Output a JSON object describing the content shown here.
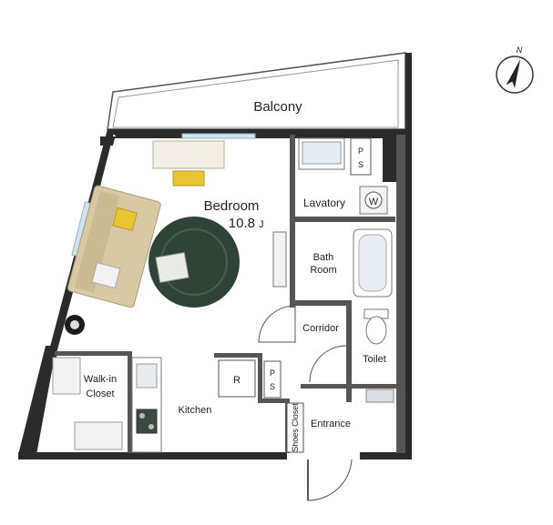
{
  "rooms": {
    "balcony": "Balcony",
    "bedroom": "Bedroom",
    "bedroom_size": "10.8",
    "bedroom_unit": "J",
    "lavatory": "Lavatory",
    "washer_mark": "W",
    "ps_top_line1": "P",
    "ps_top_line2": "S",
    "bath_line1": "Bath",
    "bath_line2": "Room",
    "corridor": "Corridor",
    "toilet": "Toilet",
    "walkin_line1": "Walk-in",
    "walkin_line2": "Closet",
    "kitchen": "Kitchen",
    "fridge_mark": "R",
    "ps_mid_line1": "P",
    "ps_mid_line2": "S",
    "shoes_closet": "Shoes Closet",
    "entrance": "Entrance"
  },
  "compass": {
    "north": "N",
    "icon": "north-arrow-icon"
  },
  "colors": {
    "wall": "#2b2b2b",
    "floor": "#ffffff",
    "sofa": "#d8c9a4",
    "rug": "#2f4336",
    "cushion": "#e8c633",
    "bath": "#cfd8dc"
  }
}
